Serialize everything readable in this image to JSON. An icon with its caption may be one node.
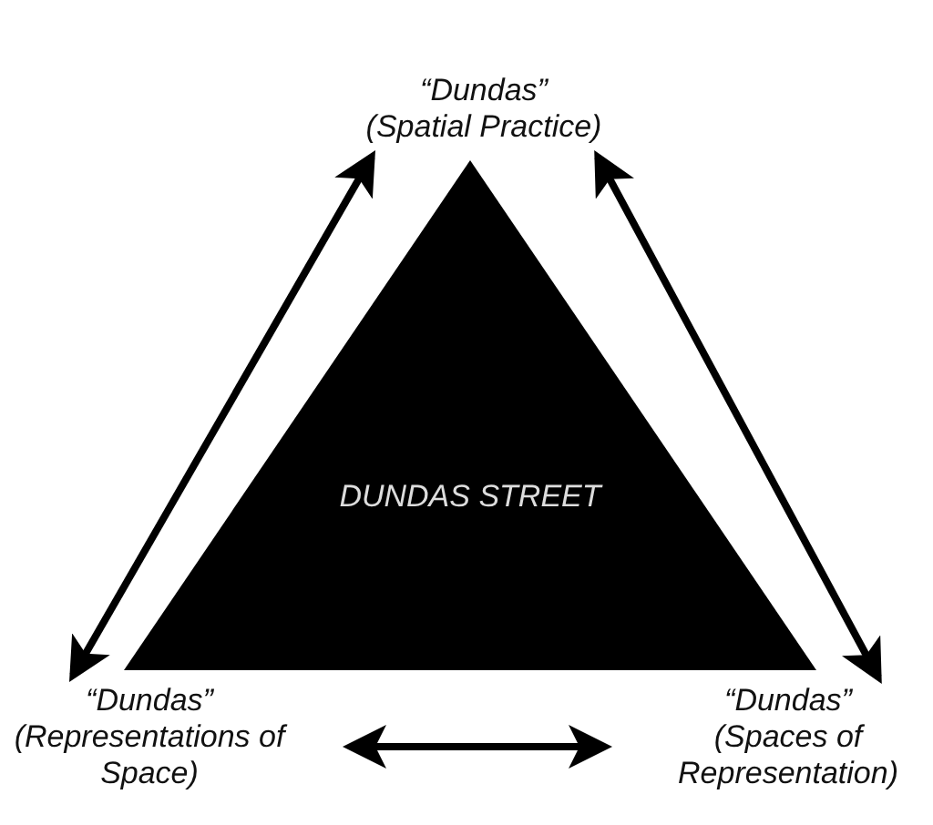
{
  "diagram": {
    "nodes": [
      {
        "text": [
          "DUNDAS STREET"
        ]
      },
      {
        "text": [
          "“Dundas”",
          "(Spatial Practice)"
        ]
      },
      {
        "text": [
          "“Dundas”",
          "(Representations of Space)"
        ]
      },
      {
        "text": [
          "“Dundas”",
          "(Spaces of Representation)"
        ]
      }
    ],
    "edges": [
      {
        "from": 1,
        "to": 2,
        "arrow": "both"
      },
      {
        "from": 1,
        "to": 3,
        "arrow": "both"
      },
      {
        "from": 2,
        "to": 3,
        "arrow": "both"
      }
    ]
  }
}
